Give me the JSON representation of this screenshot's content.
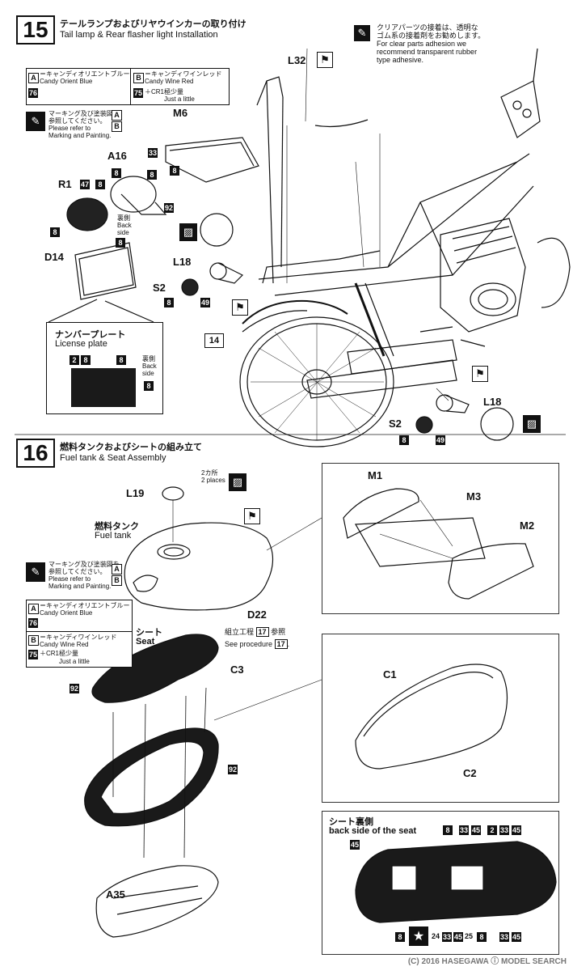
{
  "step15": {
    "number": "15",
    "title_jp": "テールランプおよびリヤウインカーの取り付け",
    "title_en": "Tail lamp & Rear flasher light Installation"
  },
  "clear_parts_note": {
    "jp_line1": "クリアパーツの接着は、透明な",
    "jp_line2": "ゴム系の接着剤をお勧めします。",
    "en_line1": "For clear parts adhesion we",
    "en_line2": "recommend transparent rubber",
    "en_line3": "type adhesive."
  },
  "color_legend": {
    "a_letter": "A",
    "a_jp": "＝キャンディオリエントブルー",
    "a_en": "Candy Orient Blue",
    "a_num": "76",
    "b_letter": "B",
    "b_jp": "＝キャンディワインレッド",
    "b_en": "Candy Wine Red",
    "b_num": "75",
    "b_extra": "＋CR1極少量",
    "b_extra_en": "Just a little"
  },
  "marking_note": {
    "jp1": "マーキング及び塗装図を",
    "jp2": "参照してください。",
    "en1": "Please refer to",
    "en2": "Marking and Painting."
  },
  "parts15": {
    "l32": "L32",
    "m6": "M6",
    "a16": "A16",
    "r1": "R1",
    "d14": "D14",
    "l18": "L18",
    "s2": "S2",
    "step_ref": "14",
    "n8": "8",
    "n33": "33",
    "n47": "47",
    "n92": "92",
    "n49": "49",
    "back_side_jp": "裏側",
    "back_side_en1": "Back",
    "back_side_en2": "side"
  },
  "license_plate": {
    "title_jp": "ナンバープレート",
    "title_en": "License plate",
    "n2": "2",
    "n8": "8",
    "back_jp": "裏側",
    "back_en1": "Back",
    "back_en2": "side"
  },
  "step16": {
    "number": "16",
    "title_jp": "燃料タンクおよびシートの組み立て",
    "title_en": "Fuel tank & Seat Assembly"
  },
  "parts16": {
    "l19": "L19",
    "two_places_jp": "2カ所",
    "two_places_en": "2 places",
    "fuel_tank_jp": "燃料タンク",
    "fuel_tank_en": "Fuel tank",
    "d22": "D22",
    "procedure_jp_pre": "組立工程",
    "procedure_num": "17",
    "procedure_jp_post": "参照",
    "procedure_en_pre": "See procedure",
    "seat_jp": "シート",
    "seat_en": "Seat",
    "c3": "C3",
    "n92": "92",
    "a35": "A35",
    "m1": "M1",
    "m2": "M2",
    "m3": "M3",
    "c1": "C1",
    "c2": "C2"
  },
  "seat_back": {
    "title_jp": "シート裏側",
    "title_en": "back side of the seat",
    "n8": "8",
    "n33": "33",
    "n45": "45",
    "n2": "2",
    "n24": "24",
    "n25": "25"
  },
  "watermark": "(C) 2016 HASEGAWA  ⓘ MODEL SEARCH"
}
